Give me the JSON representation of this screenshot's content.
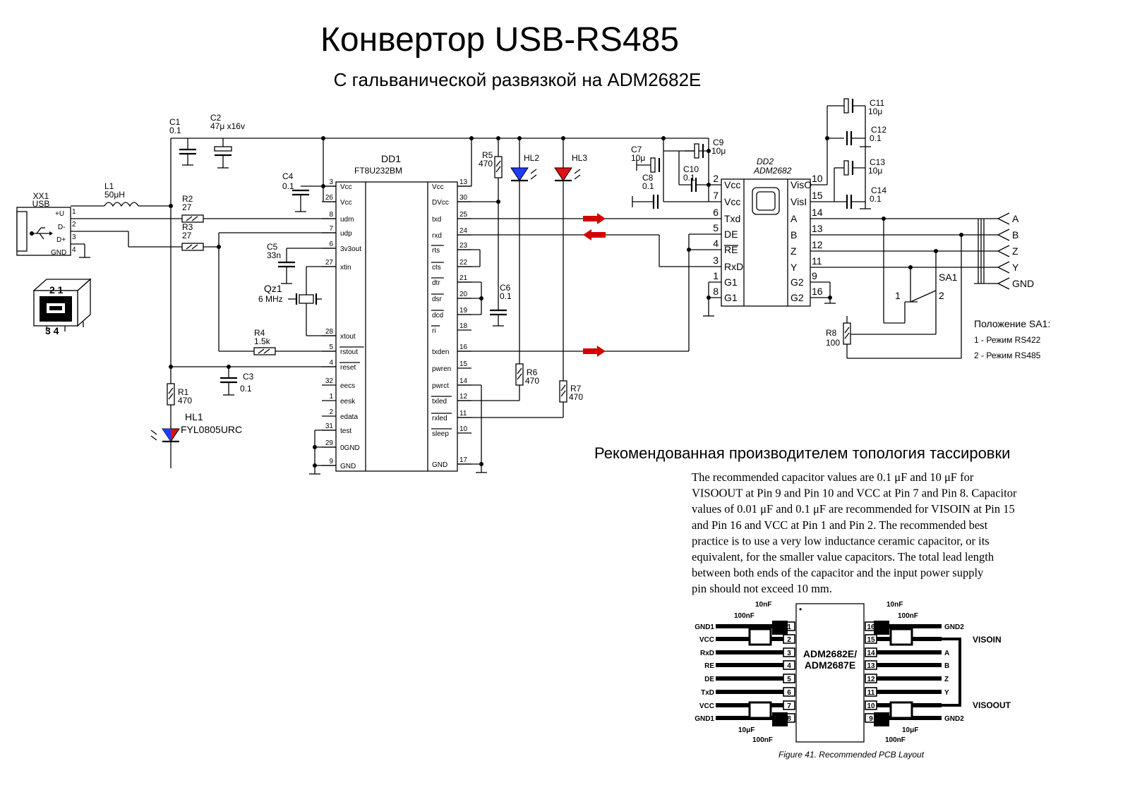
{
  "title": "Конвертор USB-RS485",
  "subtitle": "С гальванической развязкой на ADM2682E",
  "layout_title": "Рекомендованная производителем топология тассировки",
  "colors": {
    "wire": "#000000",
    "led_blue": "#1e3cff",
    "led_red": "#e01010",
    "arrow_red": "#d40000"
  },
  "components": {
    "xx1": {
      "ref": "XX1",
      "value": "USB",
      "pins": [
        "+U",
        "D-",
        "D+",
        "GND"
      ],
      "nums": [
        "1",
        "2",
        "3",
        "4"
      ]
    },
    "conn_view_nums": {
      "top": "2 1",
      "bottom": "3 4"
    },
    "l1": {
      "ref": "L1",
      "value": "50μH"
    },
    "c1": {
      "ref": "C1",
      "value": "0.1"
    },
    "c2": {
      "ref": "C2",
      "value": "47μ x16v"
    },
    "c3": {
      "ref": "C3",
      "value": "0.1"
    },
    "c4": {
      "ref": "C4",
      "value": "0.1"
    },
    "c5": {
      "ref": "C5",
      "value": "33n"
    },
    "c6": {
      "ref": "C6",
      "value": "0.1"
    },
    "c7": {
      "ref": "C7",
      "value": "10μ"
    },
    "c8": {
      "ref": "C8",
      "value": "0.1"
    },
    "c9": {
      "ref": "C9",
      "value": "10μ"
    },
    "c10": {
      "ref": "C10",
      "value": "0.1"
    },
    "c11": {
      "ref": "C11",
      "value": "10μ"
    },
    "c12": {
      "ref": "C12",
      "value": "0.1"
    },
    "c13": {
      "ref": "C13",
      "value": "10μ"
    },
    "c14": {
      "ref": "C14",
      "value": "0.1"
    },
    "r1": {
      "ref": "R1",
      "value": "470"
    },
    "r2": {
      "ref": "R2",
      "value": "27"
    },
    "r3": {
      "ref": "R3",
      "value": "27"
    },
    "r4": {
      "ref": "R4",
      "value": "1.5k"
    },
    "r5": {
      "ref": "R5",
      "value": "470"
    },
    "r6": {
      "ref": "R6",
      "value": "470"
    },
    "r7": {
      "ref": "R7",
      "value": "470"
    },
    "r8": {
      "ref": "R8",
      "value": "100"
    },
    "hl1": {
      "ref": "HL1",
      "value": "FYL0805URC"
    },
    "hl2": {
      "ref": "HL2"
    },
    "hl3": {
      "ref": "HL3"
    },
    "qz1": {
      "ref": "Qz1",
      "value": "6 MHz"
    },
    "sa1": {
      "ref": "SA1",
      "pos1": "1",
      "pos2": "2"
    }
  },
  "dd1": {
    "ref": "DD1",
    "part": "FT8U232BM",
    "left_pins": [
      {
        "num": "3",
        "name": "Vcc"
      },
      {
        "num": "26",
        "name": "Vcc"
      },
      {
        "num": "8",
        "name": "udm"
      },
      {
        "num": "7",
        "name": "udp"
      },
      {
        "num": "6",
        "name": "3v3out"
      },
      {
        "num": "27",
        "name": "xtin"
      },
      {
        "num": "28",
        "name": "xtout"
      },
      {
        "num": "5",
        "name": "rstout"
      },
      {
        "num": "4",
        "name": "reset"
      },
      {
        "num": "32",
        "name": "eecs"
      },
      {
        "num": "1",
        "name": "eesk"
      },
      {
        "num": "2",
        "name": "edata"
      },
      {
        "num": "31",
        "name": "test"
      },
      {
        "num": "29",
        "name": "0GND"
      },
      {
        "num": "9",
        "name": "GND"
      }
    ],
    "right_pins": [
      {
        "num": "13",
        "name": "Vcc"
      },
      {
        "num": "30",
        "name": "DVcc"
      },
      {
        "num": "25",
        "name": "txd"
      },
      {
        "num": "24",
        "name": "rxd"
      },
      {
        "num": "23",
        "name": "rts"
      },
      {
        "num": "22",
        "name": "cts"
      },
      {
        "num": "21",
        "name": "dtr"
      },
      {
        "num": "20",
        "name": "dsr"
      },
      {
        "num": "19",
        "name": "dcd"
      },
      {
        "num": "18",
        "name": "ri"
      },
      {
        "num": "16",
        "name": "txden"
      },
      {
        "num": "15",
        "name": "pwren"
      },
      {
        "num": "14",
        "name": "pwrct"
      },
      {
        "num": "12",
        "name": "txled"
      },
      {
        "num": "11",
        "name": "rxled"
      },
      {
        "num": "10",
        "name": "sleep"
      },
      {
        "num": "17",
        "name": "GND"
      }
    ]
  },
  "dd2": {
    "ref": "DD2",
    "part": "ADM2682",
    "left_pins": [
      {
        "num": "2",
        "name": "Vcc"
      },
      {
        "num": "7",
        "name": "Vcc"
      },
      {
        "num": "6",
        "name": "Txd"
      },
      {
        "num": "5",
        "name": "DE"
      },
      {
        "num": "4",
        "name": "RE"
      },
      {
        "num": "3",
        "name": "RxD"
      },
      {
        "num": "1",
        "name": "G1"
      },
      {
        "num": "8",
        "name": "G1"
      }
    ],
    "right_pins": [
      {
        "num": "10",
        "name": "VisO"
      },
      {
        "num": "15",
        "name": "VisI"
      },
      {
        "num": "14",
        "name": "A"
      },
      {
        "num": "13",
        "name": "B"
      },
      {
        "num": "12",
        "name": "Z"
      },
      {
        "num": "11",
        "name": "Y"
      },
      {
        "num": "9",
        "name": "G2"
      },
      {
        "num": "16",
        "name": "G2"
      }
    ]
  },
  "outputs": [
    "A",
    "B",
    "Z",
    "Y",
    "GND"
  ],
  "sa1_note": {
    "title": "Положение SA1:",
    "pos1": "1 - Режим RS422",
    "pos2": "2 - Режим RS485"
  },
  "datasheet": {
    "lines": [
      "The recommended capacitor values are 0.1 μF and 10 μF for",
      "VISOOUT at Pin 9 and Pin 10 and VCC at Pin 7 and Pin 8. Capacitor",
      "values of 0.01 μF and 0.1 μF are recommended for VISOIN at Pin 15",
      "and Pin 16 and VCC at Pin 1 and Pin 2. The recommended best",
      "practice is to use a very low inductance ceramic capacitor, or its",
      "equivalent, for the smaller value capacitors. The total lead length",
      "between both ends of the capacitor and the input power supply",
      "pin should not exceed 10 mm."
    ],
    "caption": "Figure 41. Recommended PCB Layout",
    "chip_label": [
      "ADM2682E/",
      "ADM2687E"
    ],
    "left_labels": [
      "GND1",
      "VCC",
      "RxD",
      "RE",
      "DE",
      "TxD",
      "VCC",
      "GND1"
    ],
    "left_nums": [
      "1",
      "2",
      "3",
      "4",
      "5",
      "6",
      "7",
      "8"
    ],
    "right_labels": [
      "GND2",
      "",
      "A",
      "B",
      "Z",
      "Y",
      "",
      "GND2"
    ],
    "right_nums": [
      "16",
      "15",
      "14",
      "13",
      "12",
      "11",
      "10",
      "9"
    ],
    "visoin": "VISOIN",
    "visoout": "VISOOUT",
    "cap_labels": {
      "c10n": "10nF",
      "c100n": "100nF",
      "c10u": "10μF"
    }
  }
}
